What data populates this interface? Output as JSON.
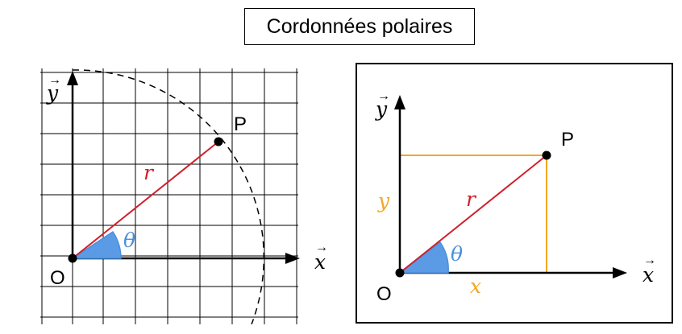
{
  "title": "Cordonnées polaires",
  "colors": {
    "radius": "#d0202c",
    "angle": "#4a90d9",
    "angle_fill": "#5b9be6",
    "projection": "#f5a623",
    "grid": "#000000",
    "axis": "#000000"
  },
  "left_figure": {
    "origin_label": "O",
    "point_label": "P",
    "x_axis_label": "x",
    "y_axis_label": "y",
    "radius_label": "r",
    "angle_label": "θ",
    "vector_arrow": "→"
  },
  "right_figure": {
    "origin_label": "O",
    "point_label": "P",
    "x_axis_label": "x",
    "y_axis_label": "y",
    "radius_label": "r",
    "angle_label": "θ",
    "x_component_label": "x",
    "y_component_label": "y",
    "vector_arrow": "→"
  }
}
